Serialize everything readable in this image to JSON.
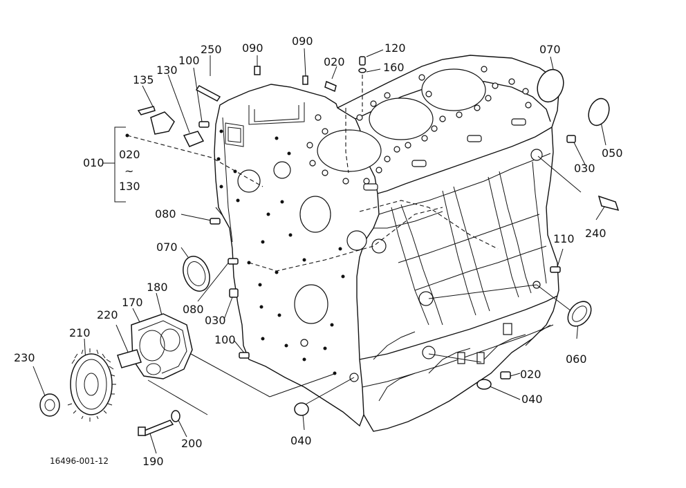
{
  "diagram": {
    "document_id": "16496-001-12",
    "callouts": [
      {
        "id": "c-250",
        "text": "250"
      },
      {
        "id": "c-090a",
        "text": "090"
      },
      {
        "id": "c-090b",
        "text": "090"
      },
      {
        "id": "c-120",
        "text": "120"
      },
      {
        "id": "c-020a",
        "text": "020"
      },
      {
        "id": "c-160",
        "text": "160"
      },
      {
        "id": "c-100a",
        "text": "100"
      },
      {
        "id": "c-130a",
        "text": "130"
      },
      {
        "id": "c-135",
        "text": "135"
      },
      {
        "id": "c-070a",
        "text": "070"
      },
      {
        "id": "c-050",
        "text": "050"
      },
      {
        "id": "c-030a",
        "text": "030"
      },
      {
        "id": "c-240",
        "text": "240"
      },
      {
        "id": "c-010",
        "text": "010"
      },
      {
        "id": "c-020b",
        "text": "020"
      },
      {
        "id": "c-tilde",
        "text": "~"
      },
      {
        "id": "c-130b",
        "text": "130"
      },
      {
        "id": "c-080a",
        "text": "080"
      },
      {
        "id": "c-070b",
        "text": "070"
      },
      {
        "id": "c-110",
        "text": "110"
      },
      {
        "id": "c-080b",
        "text": "080"
      },
      {
        "id": "c-030b",
        "text": "030"
      },
      {
        "id": "c-180",
        "text": "180"
      },
      {
        "id": "c-170",
        "text": "170"
      },
      {
        "id": "c-220",
        "text": "220"
      },
      {
        "id": "c-210",
        "text": "210"
      },
      {
        "id": "c-100b",
        "text": "100"
      },
      {
        "id": "c-060",
        "text": "060"
      },
      {
        "id": "c-230",
        "text": "230"
      },
      {
        "id": "c-020c",
        "text": "020"
      },
      {
        "id": "c-040a",
        "text": "040"
      },
      {
        "id": "c-040b",
        "text": "040"
      },
      {
        "id": "c-200",
        "text": "200"
      },
      {
        "id": "c-190",
        "text": "190"
      }
    ]
  }
}
